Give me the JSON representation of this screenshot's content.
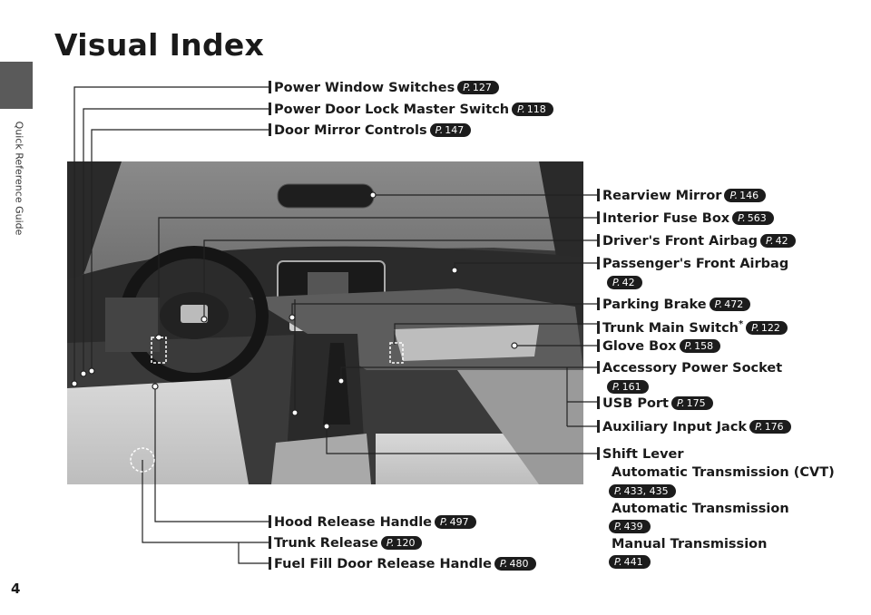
{
  "page": {
    "title": "Visual Index",
    "number": "4",
    "section": "Quick Reference Guide"
  },
  "photo": {
    "subject": "vehicle interior dashboard"
  },
  "labels": {
    "power_window": {
      "text": "Power Window Switches",
      "ref": "127"
    },
    "door_lock": {
      "text": "Power Door Lock Master Switch",
      "ref": "118"
    },
    "door_mirror": {
      "text": "Door Mirror Controls",
      "ref": "147"
    },
    "rearview": {
      "text": "Rearview Mirror",
      "ref": "146"
    },
    "fuse_box": {
      "text": "Interior Fuse Box",
      "ref": "563"
    },
    "driver_airbag": {
      "text": "Driver's Front Airbag",
      "ref": "42"
    },
    "passenger_airbag": {
      "text": "Passenger's Front Airbag",
      "ref": "42"
    },
    "parking_brake": {
      "text": "Parking Brake",
      "ref": "472"
    },
    "trunk_main": {
      "text": "Trunk Main Switch",
      "sup": "*",
      "ref": "122"
    },
    "glove_box": {
      "text": "Glove Box",
      "ref": "158"
    },
    "accessory_socket": {
      "text": "Accessory Power Socket",
      "ref": "161"
    },
    "usb_port": {
      "text": "USB Port",
      "ref": "175"
    },
    "aux_jack": {
      "text": "Auxiliary Input Jack",
      "ref": "176"
    },
    "shift_lever": {
      "text": "Shift Lever",
      "cvt": "Automatic Transmission (CVT)",
      "cvt_ref": "433, 435",
      "at": "Automatic Transmission",
      "at_ref": "439",
      "mt": "Manual Transmission",
      "mt_ref": "441"
    },
    "hood_release": {
      "text": "Hood Release Handle",
      "ref": "497"
    },
    "trunk_release": {
      "text": "Trunk Release",
      "ref": "120"
    },
    "fuel_door": {
      "text": "Fuel Fill Door Release Handle",
      "ref": "480"
    }
  },
  "ref_prefix": "P."
}
